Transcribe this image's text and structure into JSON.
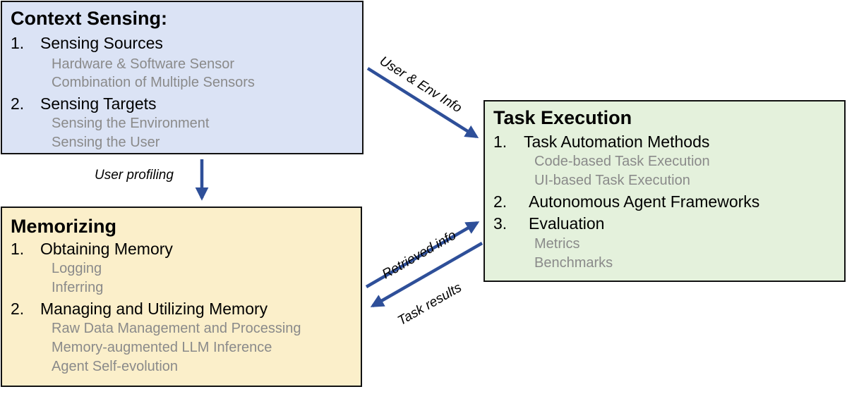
{
  "boxes": {
    "sensing": {
      "title": "Context Sensing:",
      "sections": [
        {
          "num": "1.",
          "label": "Sensing Sources",
          "items": [
            "Hardware & Software Sensor",
            "Combination of Multiple Sensors"
          ]
        },
        {
          "num": "2.",
          "label": "Sensing Targets",
          "items": [
            "Sensing the Environment",
            "Sensing the User"
          ]
        }
      ]
    },
    "memory": {
      "title": "Memorizing",
      "sections": [
        {
          "num": "1.",
          "label": "Obtaining Memory",
          "items": [
            "Logging",
            "Inferring"
          ]
        },
        {
          "num": "2.",
          "label": "Managing and Utilizing Memory",
          "items": [
            "Raw Data Management and Processing",
            "Memory-augmented LLM Inference",
            "Agent Self-evolution"
          ]
        }
      ]
    },
    "task": {
      "title": "Task Execution",
      "sections": [
        {
          "num": "1.",
          "label": "Task Automation Methods",
          "items": [
            "Code-based Task Execution",
            "UI-based Task Execution"
          ]
        },
        {
          "num": "2.",
          "label": "Autonomous Agent Frameworks",
          "items": []
        },
        {
          "num": "3.",
          "label": "Evaluation",
          "items": [
            "Metrics",
            "Benchmarks"
          ]
        }
      ]
    }
  },
  "arrows": {
    "user_env_info": "User & Env Info",
    "user_profiling": "User profiling",
    "retrieved_info": "Retrieved info",
    "task_results": "Task results"
  },
  "colors": {
    "sensing_fill": "#dbe3f5",
    "memory_fill": "#fbefca",
    "task_fill": "#e4f1dc",
    "arrow": "#2e4f99",
    "sub_text": "#8a8a8a"
  }
}
